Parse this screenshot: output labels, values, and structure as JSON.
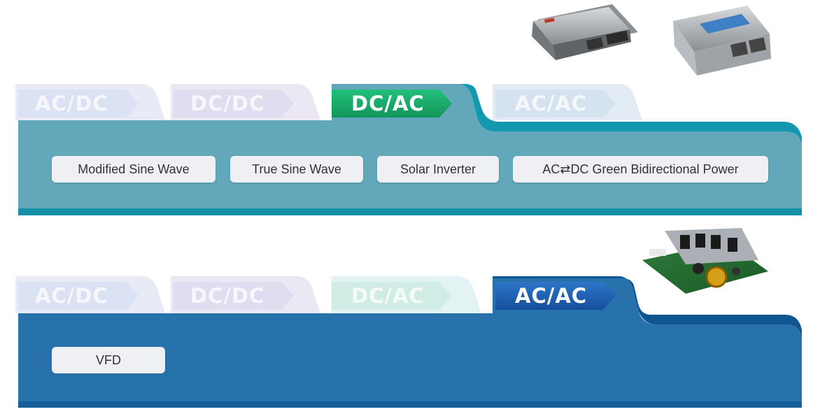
{
  "panels": [
    {
      "tabs": [
        {
          "label": "AC/DC",
          "active": false
        },
        {
          "label": "DC/DC",
          "active": false
        },
        {
          "label": "DC/AC",
          "active": true
        },
        {
          "label": "AC/AC",
          "active": false
        }
      ],
      "options": [
        "Modified Sine Wave",
        "True Sine Wave",
        "Solar Inverter",
        "AC⇄DC Green Bidirectional Power"
      ]
    },
    {
      "tabs": [
        {
          "label": "AC/DC",
          "active": false
        },
        {
          "label": "DC/DC",
          "active": false
        },
        {
          "label": "DC/AC",
          "active": false
        },
        {
          "label": "AC/AC",
          "active": true
        }
      ],
      "options": [
        "VFD"
      ]
    }
  ],
  "colors": {
    "panel1": "#62a8ba",
    "panel1_tab": "#1498b0",
    "panel2": "#2872ac",
    "panel2_tab": "#0f5590",
    "acdc_inactive": "#e2e7f4",
    "dcdc_inactive": "#e6e3f1",
    "dcac_inactive": "#dcefef",
    "acac_inactive": "#dde9f2",
    "dcac_active": "#27b06a",
    "acac_active": "#1e63b5"
  },
  "icons": [
    "inverter-product-image",
    "inverter-product-image",
    "vfd-board-product-image"
  ]
}
